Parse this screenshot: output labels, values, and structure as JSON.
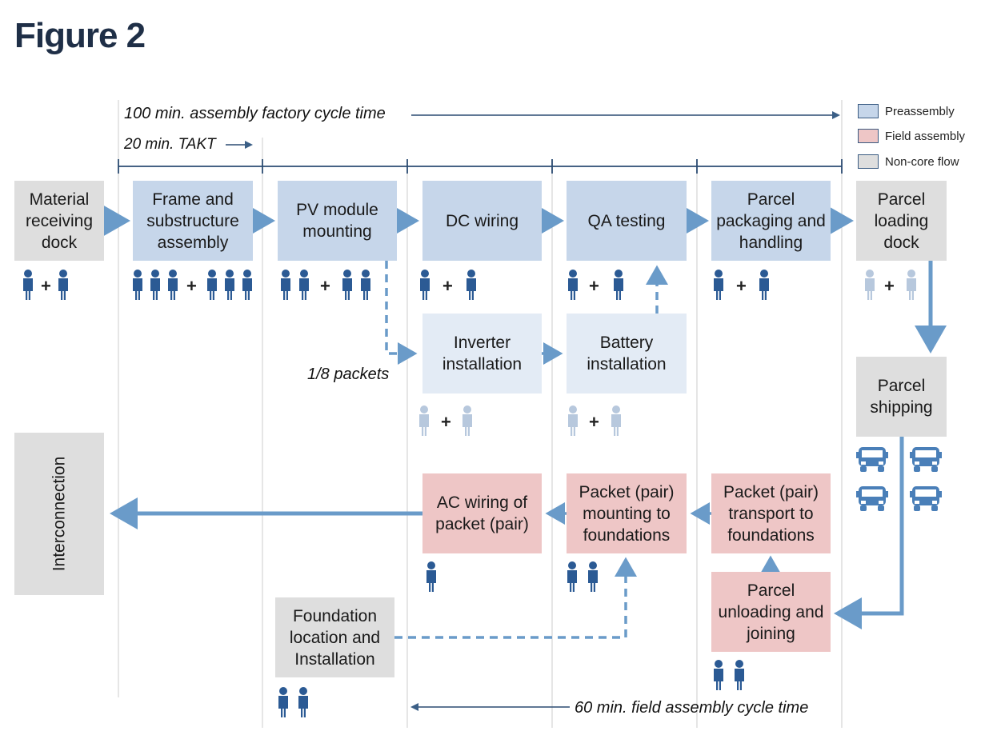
{
  "title": "Figure 2",
  "notes": {
    "factory_cycle": "100 min. assembly factory cycle time",
    "takt": "20 min. TAKT",
    "packets": "1/8 packets",
    "field_cycle": "60 min. field assembly cycle time"
  },
  "legend": {
    "preassembly": "Preassembly",
    "field": "Field assembly",
    "noncore": "Non-core flow"
  },
  "boxes": {
    "material_receiving": "Material receiving dock",
    "frame_substructure": "Frame and substructure assembly",
    "pv_module": "PV module mounting",
    "dc_wiring": "DC wiring",
    "qa_testing": "QA testing",
    "parcel_packaging": "Parcel packaging and handling",
    "parcel_loading": "Parcel loading dock",
    "inverter": "Inverter installation",
    "battery": "Battery installation",
    "parcel_shipping": "Parcel shipping",
    "interconnection": "Interconnection",
    "ac_wiring": "AC wiring of packet (pair)",
    "packet_mounting": "Packet (pair) mounting to foundations",
    "packet_transport": "Packet (pair) transport to foundations",
    "parcel_unloading": "Parcel unloading and joining",
    "foundation": "Foundation location and Installation"
  },
  "colors": {
    "preassembly": "#c6d6ea",
    "field": "#eec6c6",
    "noncore": "#dedede",
    "arrow": "#6a9bc9",
    "worker": "#2b5a94",
    "worker_light": "#b7c8dd"
  },
  "plus_sign": "+"
}
